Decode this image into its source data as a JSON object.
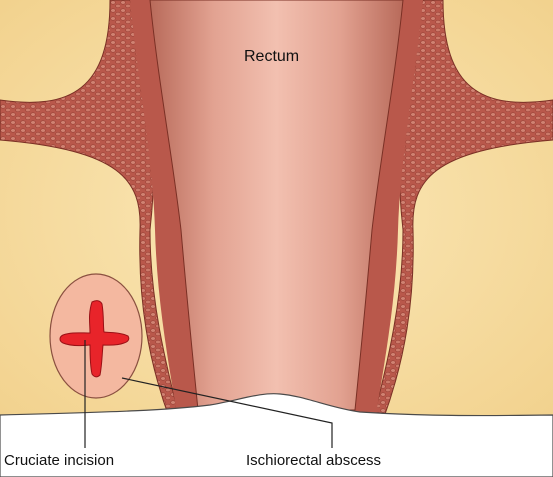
{
  "labels": {
    "rectum": "Rectum",
    "cruciate_incision": "Cruciate incision",
    "ischiorectal_abscess": "Ischiorectal abscess"
  },
  "colors": {
    "fat": "#f6dc9e",
    "muscle": "#b8574a",
    "rectum_wall": "#c87868",
    "lumen": "#e8a898",
    "abscess": "#f4b8a0",
    "incision": "#e8242a",
    "skin": "#ffffff",
    "leader": "#222222"
  }
}
